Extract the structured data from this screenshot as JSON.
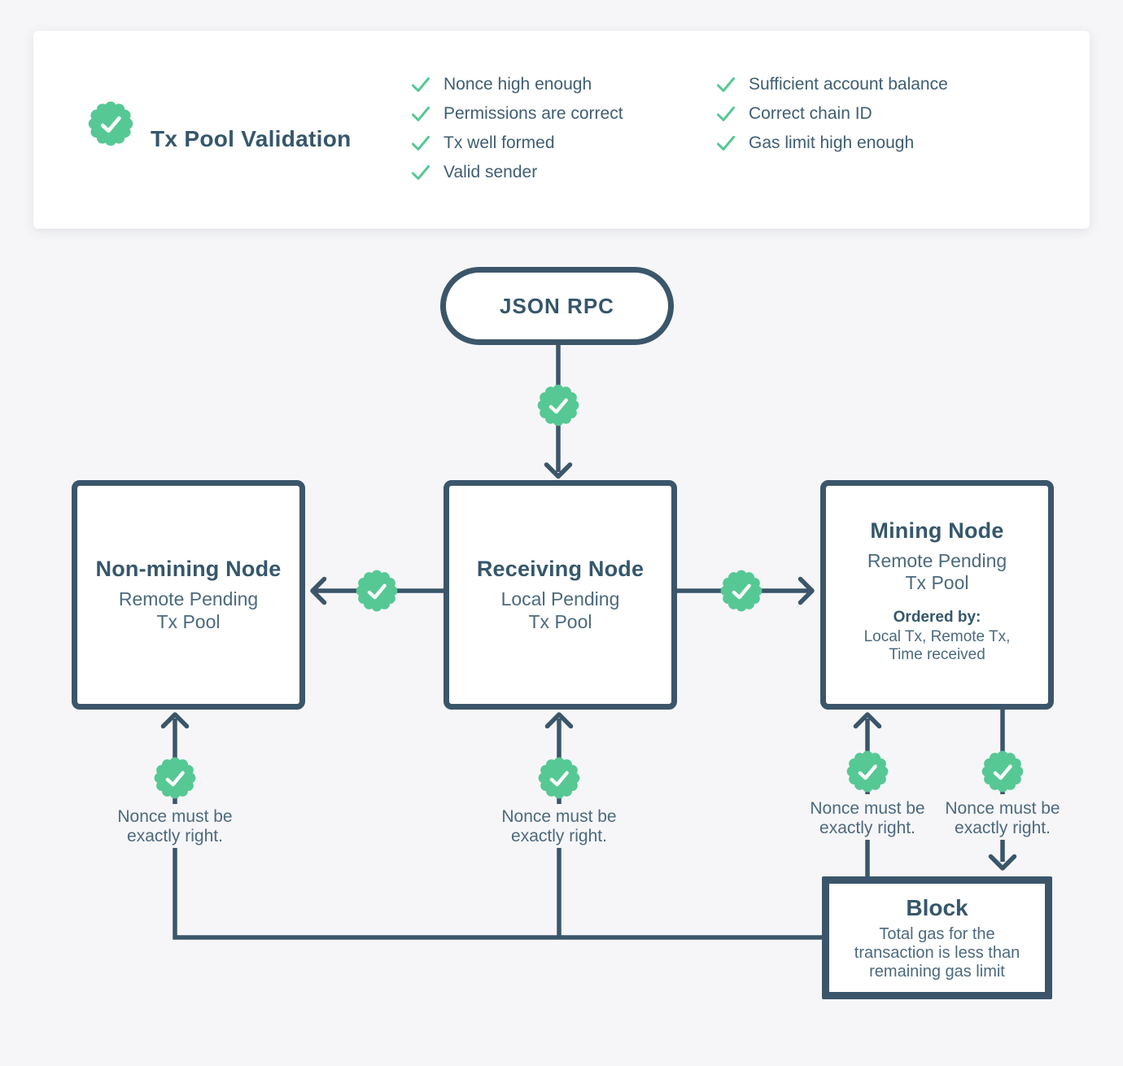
{
  "colors": {
    "accent_green": "#56C894",
    "slate_dark": "#3B566A",
    "title_text": "#35576B",
    "body_text": "#4C6A7E",
    "background": "#F6F6F8",
    "card_background": "#FFFFFF"
  },
  "validation_card": {
    "title": "Tx Pool Validation",
    "checklist_col1": [
      "Nonce high enough",
      "Permissions are correct",
      "Tx well formed",
      "Valid sender"
    ],
    "checklist_col2": [
      "Sufficient account balance",
      "Correct chain ID",
      "Gas limit high enough"
    ]
  },
  "flow": {
    "json_rpc_label": "JSON RPC",
    "non_mining_node": {
      "title": "Non-mining Node",
      "subtitle": "Remote Pending\nTx Pool"
    },
    "receiving_node": {
      "title": "Receiving Node",
      "subtitle": "Local Pending\nTx Pool"
    },
    "mining_node": {
      "title": "Mining Node",
      "subtitle": "Remote Pending\nTx Pool",
      "ordered_by_label": "Ordered by:",
      "ordered_by_value": "Local Tx, Remote Tx,\nTime received"
    },
    "block_node": {
      "title": "Block",
      "description": "Total gas for the\ntransaction is less than\nremaining gas limit"
    },
    "nonce_note": "Nonce must be\nexactly right."
  }
}
